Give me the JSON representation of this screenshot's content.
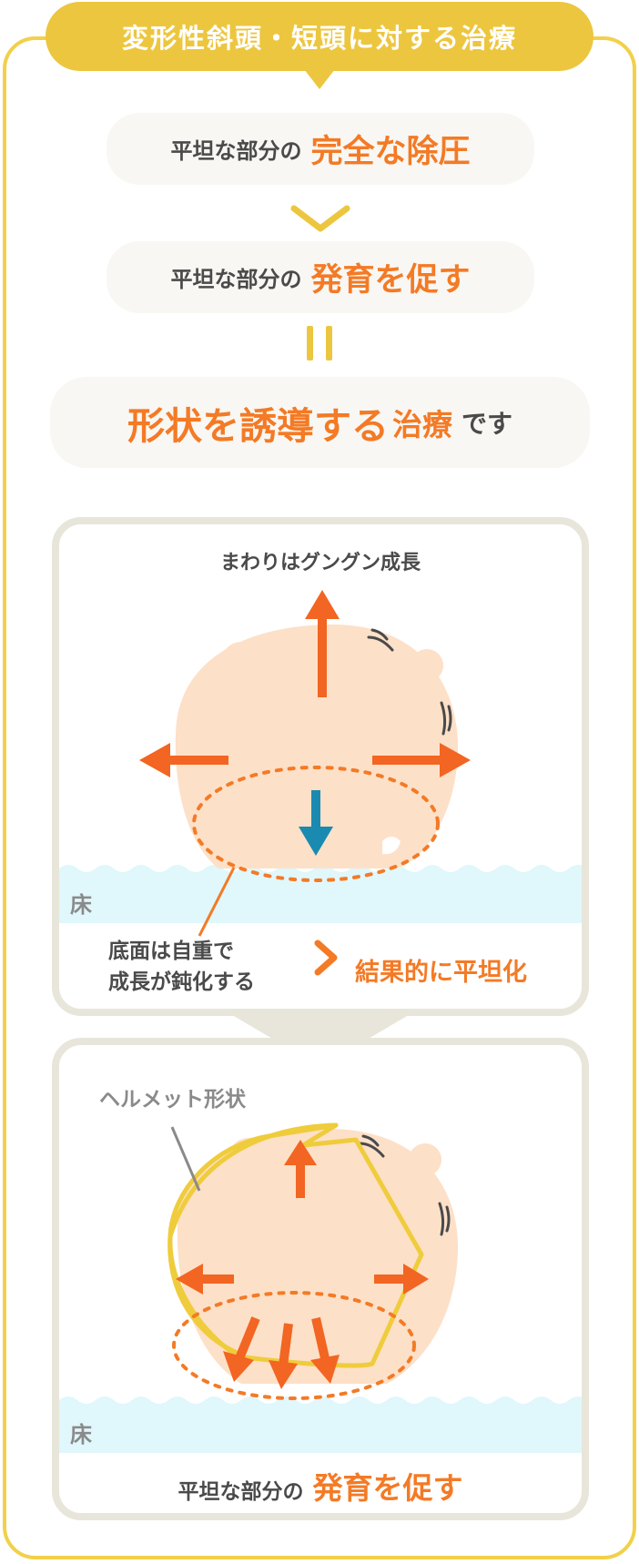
{
  "title": "変形性斜頭・短頭に対する治療",
  "steps": {
    "step1_prefix": "平坦な部分の",
    "step1_highlight": "完全な除圧",
    "step2_prefix": "平坦な部分の",
    "step2_highlight": "発育を促す",
    "conclusion_main": "形状を誘導する",
    "conclusion_sub": "治療",
    "conclusion_tail": "です"
  },
  "panel1": {
    "caption": "まわりはグングン成長",
    "floor_label": "床",
    "note_line1": "底面は自重で",
    "note_line2": "成長が鈍化する",
    "result": "結果的に平坦化"
  },
  "panel2": {
    "helmet_label": "ヘルメット形状",
    "floor_label": "床",
    "caption_prefix": "平坦な部分の",
    "caption_highlight": "発育を促す"
  },
  "colors": {
    "frame": "#f2d04a",
    "title_bg": "#edc63f",
    "accent_orange": "#f47a25",
    "arrow_orange": "#f26522",
    "arrow_blue": "#1a8ab0",
    "head": "#fde0c8",
    "floor": "#e0f7fb",
    "panel_border": "#e8e6da",
    "helmet": "#efcc3c"
  },
  "icons": [
    "down-chevron-icon",
    "equals-icon",
    "baby-head-icon",
    "helmet-icon"
  ]
}
